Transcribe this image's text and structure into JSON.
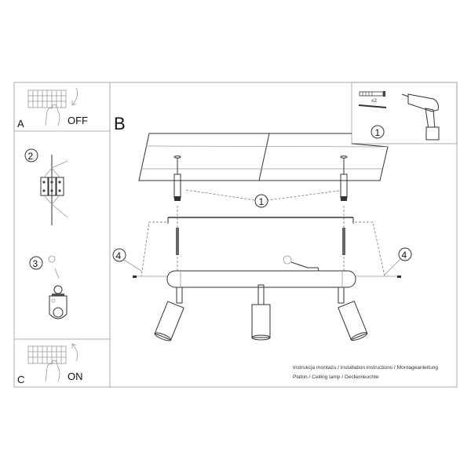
{
  "panels": {
    "a": {
      "letter": "A",
      "action": "OFF"
    },
    "b": {
      "letter": "B"
    },
    "c": {
      "letter": "C",
      "action": "ON"
    }
  },
  "steps": {
    "one": "1",
    "two": "2",
    "three": "3",
    "four": "4"
  },
  "tools": {
    "count_mark": "x2"
  },
  "caption": {
    "line1": "Instrukcja montażu / installation instructions / Montageanleitung",
    "line2": "Plafon / Ceiling lamp / Deckenleuchte"
  },
  "icons": [
    "switchboard-icon",
    "hand-icon",
    "arrow-icon",
    "drill-icon",
    "wall-plug-icon",
    "screw-icon",
    "earth-icon",
    "terminal-block-icon"
  ]
}
